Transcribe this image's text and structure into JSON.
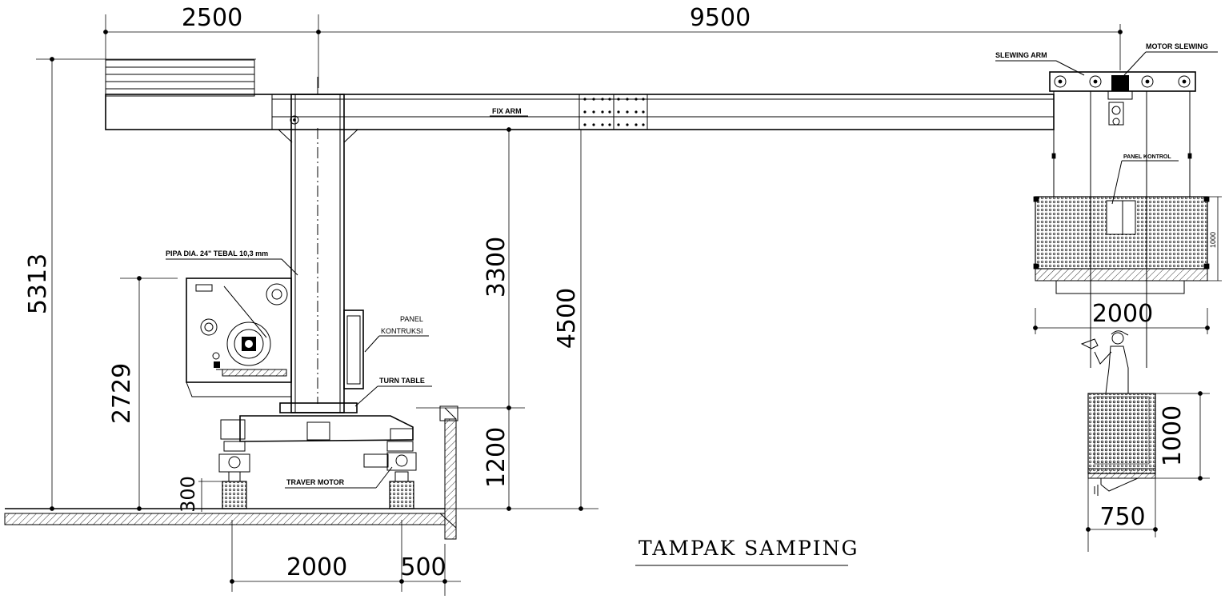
{
  "title": "TAMPAK SAMPING",
  "dimensions": {
    "top_left": "2500",
    "top_right": "9500",
    "height_total": "5313",
    "height_motor": "2729",
    "height_column": "3300",
    "height_arm": "4500",
    "height_base": "1200",
    "height_foot": "300",
    "base_width": "2000",
    "base_offset": "500",
    "gondola_width": "2000",
    "gondola_height": "1000",
    "gondola_side_height": "1000",
    "gondola_side_height_small": "1000",
    "gondola_depth": "750"
  },
  "labels": {
    "fix_arm": "FIX ARM",
    "slewing_arm": "SLEWING ARM",
    "motor_slewing": "MOTOR SLEWING",
    "panel_kontrol": "PANEL KONTROL",
    "pipa": "PIPA DIA. 24\" TEBAL 10,3 mm",
    "panel_line1": "PANEL",
    "panel_line2": "KONTRUKSI",
    "turn_table": "TURN TABLE",
    "traver_motor": "TRAVER MOTOR"
  }
}
